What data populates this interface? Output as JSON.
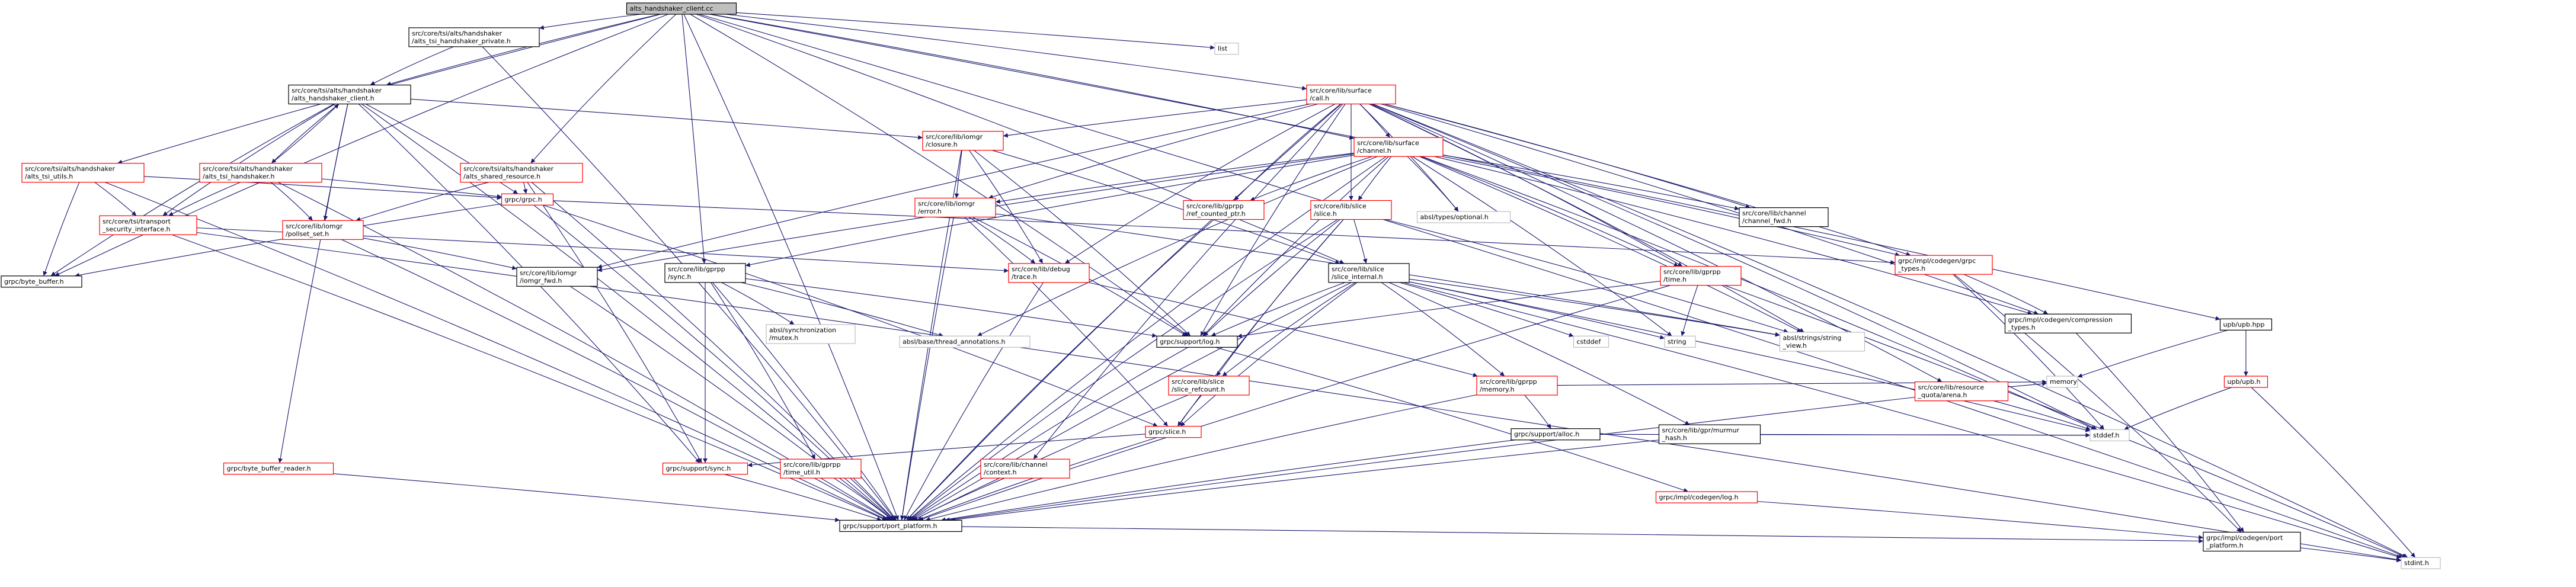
{
  "diagram": {
    "colors": {
      "edge": "#191970",
      "node_default": "#000000",
      "node_red": "#ff0000",
      "node_gray": "#bfbfbf",
      "root_fill": "#bfbfbf",
      "text": "#000000"
    },
    "nodes": [
      {
        "id": "root",
        "lines": [
          "alts_handshaker_client.cc"
        ],
        "style": "root"
      },
      {
        "id": "private",
        "lines": [
          "src/core/tsi/alts/handshaker",
          "/alts_tsi_handshaker_private.h"
        ],
        "style": "default"
      },
      {
        "id": "list",
        "lines": [
          "list"
        ],
        "style": "gray"
      },
      {
        "id": "client",
        "lines": [
          "src/core/tsi/alts/handshaker",
          "/alts_handshaker_client.h"
        ],
        "style": "default"
      },
      {
        "id": "surface_call",
        "lines": [
          "src/core/lib/surface",
          "/call.h"
        ],
        "style": "red"
      },
      {
        "id": "tsi_utils",
        "lines": [
          "src/core/tsi/alts/handshaker",
          "/alts_tsi_utils.h"
        ],
        "style": "red"
      },
      {
        "id": "tsi_handshaker",
        "lines": [
          "src/core/tsi/alts/handshaker",
          "/alts_tsi_handshaker.h"
        ],
        "style": "red"
      },
      {
        "id": "shared_resource",
        "lines": [
          "src/core/tsi/alts/handshaker",
          "/alts_shared_resource.h"
        ],
        "style": "red"
      },
      {
        "id": "closure",
        "lines": [
          "src/core/lib/iomgr",
          "/closure.h"
        ],
        "style": "red"
      },
      {
        "id": "channel",
        "lines": [
          "src/core/lib/surface",
          "/channel.h"
        ],
        "style": "red"
      },
      {
        "id": "transport_security",
        "lines": [
          "src/core/tsi/transport",
          "_security_interface.h"
        ],
        "style": "red"
      },
      {
        "id": "pollset_set",
        "lines": [
          "src/core/lib/iomgr",
          "/pollset_set.h"
        ],
        "style": "red"
      },
      {
        "id": "grpc_h",
        "lines": [
          "grpc/grpc.h"
        ],
        "style": "red"
      },
      {
        "id": "iomgr_error",
        "lines": [
          "src/core/lib/iomgr",
          "/error.h"
        ],
        "style": "red"
      },
      {
        "id": "ref_counted_ptr",
        "lines": [
          "src/core/lib/gprpp",
          "/ref_counted_ptr.h"
        ],
        "style": "red"
      },
      {
        "id": "slice_h",
        "lines": [
          "src/core/lib/slice",
          "/slice.h"
        ],
        "style": "red"
      },
      {
        "id": "optional",
        "lines": [
          "absl/types/optional.h"
        ],
        "style": "gray"
      },
      {
        "id": "channel_fwd",
        "lines": [
          "src/core/lib/channel",
          "/channel_fwd.h"
        ],
        "style": "default"
      },
      {
        "id": "byte_buffer",
        "lines": [
          "grpc/byte_buffer.h"
        ],
        "style": "default"
      },
      {
        "id": "iomgr_fwd",
        "lines": [
          "src/core/lib/iomgr",
          "/iomgr_fwd.h"
        ],
        "style": "default"
      },
      {
        "id": "gprpp_sync",
        "lines": [
          "src/core/lib/gprpp",
          "/sync.h"
        ],
        "style": "default"
      },
      {
        "id": "debug_trace",
        "lines": [
          "src/core/lib/debug",
          "/trace.h"
        ],
        "style": "red"
      },
      {
        "id": "slice_internal",
        "lines": [
          "src/core/lib/slice",
          "/slice_internal.h"
        ],
        "style": "default"
      },
      {
        "id": "gprpp_time",
        "lines": [
          "src/core/lib/gprpp",
          "/time.h"
        ],
        "style": "red"
      },
      {
        "id": "codegen_grpc_types",
        "lines": [
          "grpc/impl/codegen/grpc",
          "_types.h"
        ],
        "style": "red"
      },
      {
        "id": "compression_types",
        "lines": [
          "grpc/impl/codegen/compression",
          "_types.h"
        ],
        "style": "default"
      },
      {
        "id": "upb_hpp",
        "lines": [
          "upb/upb.hpp"
        ],
        "style": "default"
      },
      {
        "id": "abseil_sync_mutex",
        "lines": [
          "absl/synchronization",
          "/mutex.h"
        ],
        "style": "gray"
      },
      {
        "id": "thread_annotations",
        "lines": [
          "absl/base/thread_annotations.h"
        ],
        "style": "gray"
      },
      {
        "id": "support_log",
        "lines": [
          "grpc/support/log.h"
        ],
        "style": "default"
      },
      {
        "id": "slice_refcount",
        "lines": [
          "src/core/lib/slice",
          "/slice_refcount.h"
        ],
        "style": "red"
      },
      {
        "id": "gprpp_memory",
        "lines": [
          "src/core/lib/gprpp",
          "/memory.h"
        ],
        "style": "red"
      },
      {
        "id": "cstddef",
        "lines": [
          "cstddef"
        ],
        "style": "gray"
      },
      {
        "id": "string",
        "lines": [
          "string"
        ],
        "style": "gray"
      },
      {
        "id": "string_view",
        "lines": [
          "absl/strings/string",
          "_view.h"
        ],
        "style": "gray"
      },
      {
        "id": "resource_quota_arena",
        "lines": [
          "src/core/lib/resource",
          "_quota/arena.h"
        ],
        "style": "red"
      },
      {
        "id": "memory",
        "lines": [
          "memory"
        ],
        "style": "gray"
      },
      {
        "id": "upb_h",
        "lines": [
          "upb/upb.h"
        ],
        "style": "red"
      },
      {
        "id": "grpc_slice",
        "lines": [
          "grpc/slice.h"
        ],
        "style": "red"
      },
      {
        "id": "support_alloc",
        "lines": [
          "grpc/support/alloc.h"
        ],
        "style": "default"
      },
      {
        "id": "murmur_hash",
        "lines": [
          "src/core/lib/gpr/murmur",
          "_hash.h"
        ],
        "style": "default"
      },
      {
        "id": "stddef",
        "lines": [
          "stddef.h"
        ],
        "style": "gray"
      },
      {
        "id": "byte_buffer_reader",
        "lines": [
          "grpc/byte_buffer_reader.h"
        ],
        "style": "red"
      },
      {
        "id": "support_sync",
        "lines": [
          "grpc/support/sync.h"
        ],
        "style": "red"
      },
      {
        "id": "time_util",
        "lines": [
          "src/core/lib/gprpp",
          "/time_util.h"
        ],
        "style": "red"
      },
      {
        "id": "channel_context",
        "lines": [
          "src/core/lib/channel",
          "/context.h"
        ],
        "style": "red"
      },
      {
        "id": "port_platform",
        "lines": [
          "grpc/support/port_platform.h"
        ],
        "style": "default"
      },
      {
        "id": "codegen_log",
        "lines": [
          "grpc/impl/codegen/log.h"
        ],
        "style": "red"
      },
      {
        "id": "codegen_port_platform",
        "lines": [
          "grpc/impl/codegen/port",
          "_platform.h"
        ],
        "style": "default"
      },
      {
        "id": "stdint",
        "lines": [
          "stdint.h"
        ],
        "style": "gray"
      }
    ],
    "edges": [
      [
        "root",
        "private"
      ],
      [
        "root",
        "list"
      ],
      [
        "root",
        "client"
      ],
      [
        "root",
        "surface_call"
      ],
      [
        "root",
        "tsi_utils"
      ],
      [
        "root",
        "shared_resource"
      ],
      [
        "root",
        "channel"
      ],
      [
        "root",
        "byte_buffer"
      ],
      [
        "root",
        "gprpp_sync"
      ],
      [
        "root",
        "support_log"
      ],
      [
        "root",
        "upb_hpp"
      ],
      [
        "root",
        "slice_internal"
      ],
      [
        "root",
        "port_platform"
      ],
      [
        "root",
        "stdint"
      ],
      [
        "private",
        "client"
      ],
      [
        "private",
        "port_platform"
      ],
      [
        "client",
        "closure"
      ],
      [
        "client",
        "tsi_handshaker"
      ],
      [
        "client",
        "transport_security"
      ],
      [
        "client",
        "pollset_set"
      ],
      [
        "client",
        "grpc_h"
      ],
      [
        "client",
        "byte_buffer"
      ],
      [
        "client",
        "byte_buffer_reader"
      ],
      [
        "client",
        "support_sync"
      ],
      [
        "client",
        "port_platform"
      ],
      [
        "tsi_utils",
        "transport_security"
      ],
      [
        "tsi_utils",
        "byte_buffer"
      ],
      [
        "tsi_utils",
        "grpc_h"
      ],
      [
        "tsi_utils",
        "port_platform"
      ],
      [
        "tsi_handshaker",
        "client"
      ],
      [
        "tsi_handshaker",
        "transport_security"
      ],
      [
        "tsi_handshaker",
        "pollset_set"
      ],
      [
        "tsi_handshaker",
        "grpc_h"
      ],
      [
        "tsi_handshaker",
        "port_platform"
      ],
      [
        "shared_resource",
        "pollset_set"
      ],
      [
        "shared_resource",
        "grpc_h"
      ],
      [
        "shared_resource",
        "support_sync"
      ],
      [
        "shared_resource",
        "port_platform"
      ],
      [
        "surface_call",
        "closure"
      ],
      [
        "surface_call",
        "channel"
      ],
      [
        "surface_call",
        "iomgr_error"
      ],
      [
        "surface_call",
        "ref_counted_ptr"
      ],
      [
        "surface_call",
        "slice_h"
      ],
      [
        "surface_call",
        "optional"
      ],
      [
        "surface_call",
        "channel_fwd"
      ],
      [
        "surface_call",
        "iomgr_fwd"
      ],
      [
        "surface_call",
        "debug_trace"
      ],
      [
        "surface_call",
        "gprpp_time"
      ],
      [
        "surface_call",
        "codegen_grpc_types"
      ],
      [
        "surface_call",
        "compression_types"
      ],
      [
        "surface_call",
        "resource_quota_arena"
      ],
      [
        "surface_call",
        "support_log"
      ],
      [
        "surface_call",
        "channel_context"
      ],
      [
        "surface_call",
        "string_view"
      ],
      [
        "surface_call",
        "stddef"
      ],
      [
        "surface_call",
        "stdint"
      ],
      [
        "surface_call",
        "port_platform"
      ],
      [
        "channel",
        "iomgr_error"
      ],
      [
        "channel",
        "ref_counted_ptr"
      ],
      [
        "channel",
        "slice_h"
      ],
      [
        "channel",
        "optional"
      ],
      [
        "channel",
        "channel_fwd"
      ],
      [
        "channel",
        "iomgr_fwd"
      ],
      [
        "channel",
        "gprpp_time"
      ],
      [
        "channel",
        "codegen_grpc_types"
      ],
      [
        "channel",
        "compression_types"
      ],
      [
        "channel",
        "string"
      ],
      [
        "channel",
        "string_view"
      ],
      [
        "channel",
        "stddef"
      ],
      [
        "channel",
        "thread_annotations"
      ],
      [
        "channel",
        "support_log"
      ],
      [
        "channel",
        "port_platform"
      ],
      [
        "channel",
        "gprpp_sync"
      ],
      [
        "closure",
        "iomgr_error"
      ],
      [
        "closure",
        "debug_trace"
      ],
      [
        "closure",
        "support_log"
      ],
      [
        "closure",
        "port_platform"
      ],
      [
        "closure",
        "slice_internal"
      ],
      [
        "transport_security",
        "debug_trace"
      ],
      [
        "transport_security",
        "port_platform"
      ],
      [
        "transport_security",
        "stdint"
      ],
      [
        "pollset_set",
        "iomgr_fwd"
      ],
      [
        "pollset_set",
        "port_platform"
      ],
      [
        "grpc_h",
        "byte_buffer"
      ],
      [
        "grpc_h",
        "grpc_slice"
      ],
      [
        "grpc_h",
        "codegen_grpc_types"
      ],
      [
        "grpc_h",
        "port_platform"
      ],
      [
        "iomgr_error",
        "debug_trace"
      ],
      [
        "iomgr_error",
        "support_log"
      ],
      [
        "iomgr_error",
        "grpc_slice"
      ],
      [
        "iomgr_error",
        "port_platform"
      ],
      [
        "iomgr_error",
        "string_view"
      ],
      [
        "ref_counted_ptr",
        "port_platform"
      ],
      [
        "slice_h",
        "slice_internal"
      ],
      [
        "slice_h",
        "slice_refcount"
      ],
      [
        "slice_h",
        "support_log"
      ],
      [
        "slice_h",
        "grpc_slice"
      ],
      [
        "slice_h",
        "string_view"
      ],
      [
        "slice_h",
        "port_platform"
      ],
      [
        "iomgr_fwd",
        "port_platform"
      ],
      [
        "gprpp_sync",
        "abseil_sync_mutex"
      ],
      [
        "gprpp_sync",
        "thread_annotations"
      ],
      [
        "gprpp_sync",
        "support_log"
      ],
      [
        "gprpp_sync",
        "support_sync"
      ],
      [
        "gprpp_sync",
        "time_util"
      ],
      [
        "gprpp_sync",
        "port_platform"
      ],
      [
        "debug_trace",
        "gprpp_memory"
      ],
      [
        "debug_trace",
        "port_platform"
      ],
      [
        "slice_internal",
        "slice_refcount"
      ],
      [
        "slice_internal",
        "gprpp_memory"
      ],
      [
        "slice_internal",
        "murmur_hash"
      ],
      [
        "slice_internal",
        "cstddef"
      ],
      [
        "slice_internal",
        "string"
      ],
      [
        "slice_internal",
        "string_view"
      ],
      [
        "slice_internal",
        "support_log"
      ],
      [
        "slice_internal",
        "grpc_slice"
      ],
      [
        "slice_internal",
        "stddef"
      ],
      [
        "slice_internal",
        "port_platform"
      ],
      [
        "slice_internal",
        "stdint"
      ],
      [
        "gprpp_time",
        "string"
      ],
      [
        "gprpp_time",
        "support_log"
      ],
      [
        "gprpp_time",
        "stdint"
      ],
      [
        "gprpp_time",
        "port_platform"
      ],
      [
        "codegen_grpc_types",
        "compression_types"
      ],
      [
        "codegen_grpc_types",
        "stddef"
      ],
      [
        "codegen_grpc_types",
        "codegen_port_platform"
      ],
      [
        "compression_types",
        "codegen_port_platform"
      ],
      [
        "upb_hpp",
        "upb_h"
      ],
      [
        "upb_hpp",
        "memory"
      ],
      [
        "upb_h",
        "stddef"
      ],
      [
        "upb_h",
        "stdint"
      ],
      [
        "support_log",
        "codegen_log"
      ],
      [
        "support_log",
        "port_platform"
      ],
      [
        "slice_refcount",
        "grpc_slice"
      ],
      [
        "slice_refcount",
        "port_platform"
      ],
      [
        "gprpp_memory",
        "memory"
      ],
      [
        "gprpp_memory",
        "support_alloc"
      ],
      [
        "gprpp_memory",
        "port_platform"
      ],
      [
        "resource_quota_arena",
        "memory"
      ],
      [
        "resource_quota_arena",
        "stddef"
      ],
      [
        "resource_quota_arena",
        "port_platform"
      ],
      [
        "grpc_slice",
        "support_sync"
      ],
      [
        "grpc_slice",
        "port_platform"
      ],
      [
        "support_alloc",
        "stddef"
      ],
      [
        "support_alloc",
        "port_platform"
      ],
      [
        "murmur_hash",
        "stddef"
      ],
      [
        "murmur_hash",
        "port_platform"
      ],
      [
        "byte_buffer_reader",
        "port_platform"
      ],
      [
        "support_sync",
        "port_platform"
      ],
      [
        "time_util",
        "port_platform"
      ],
      [
        "channel_context",
        "port_platform"
      ],
      [
        "port_platform",
        "codegen_port_platform"
      ],
      [
        "codegen_log",
        "codegen_port_platform"
      ],
      [
        "codegen_port_platform",
        "stdint"
      ]
    ]
  }
}
